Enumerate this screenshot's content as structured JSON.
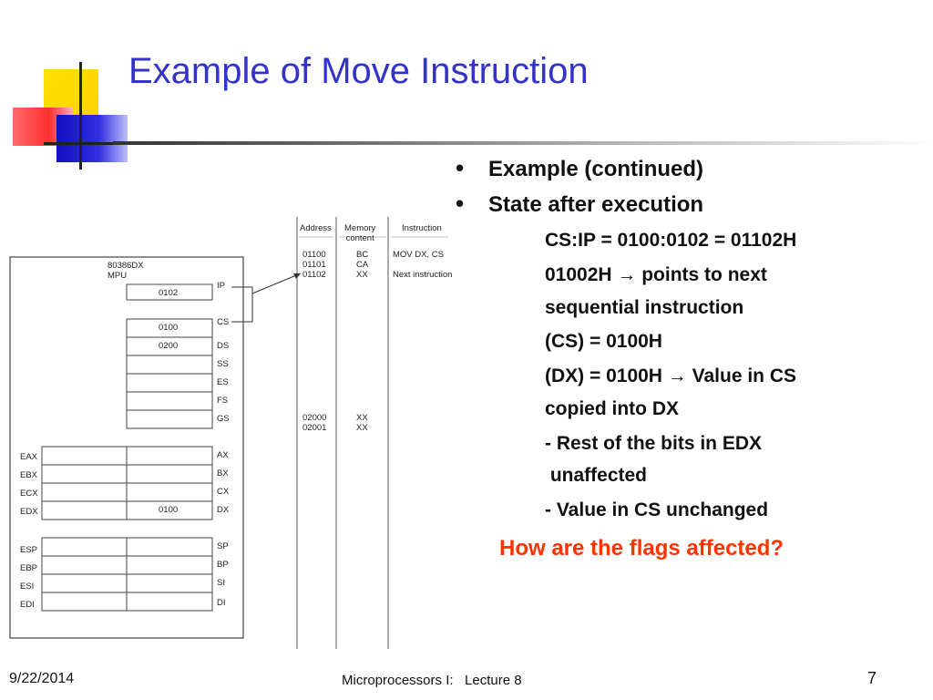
{
  "slide": {
    "title": "Example of Move Instruction",
    "bullets": [
      "Example (continued)",
      "State after execution"
    ],
    "details": [
      "CS:IP = 0100:0102 = 01102H",
      "01002H → points to next",
      "sequential instruction",
      "(CS) = 0100H",
      "(DX) = 0100H → Value in CS",
      "copied into DX",
      "- Rest of the bits in EDX",
      " unaffected",
      "- Value in CS unchanged"
    ],
    "question": "How are the flags affected?",
    "colors": {
      "title": "#3333cc",
      "question": "#ff3300"
    }
  },
  "figure": {
    "headers": {
      "address": "Address",
      "memory": "Memory\ncontent",
      "instruction": "Instruction"
    },
    "mpu_label": "80386DX\nMPU",
    "memory_top": [
      {
        "address": "01100",
        "content": "BC",
        "instruction": "MOV DX, CS"
      },
      {
        "address": "01101",
        "content": "CA",
        "instruction": ""
      },
      {
        "address": "01102",
        "content": "XX",
        "instruction": "Next instruction"
      }
    ],
    "memory_bottom": [
      {
        "address": "02000",
        "content": "XX"
      },
      {
        "address": "02001",
        "content": "XX"
      }
    ],
    "ip": {
      "name": "IP",
      "value": "0102"
    },
    "segments": [
      {
        "name": "CS",
        "value": "0100"
      },
      {
        "name": "DS",
        "value": "0200"
      },
      {
        "name": "SS",
        "value": ""
      },
      {
        "name": "ES",
        "value": ""
      },
      {
        "name": "FS",
        "value": ""
      },
      {
        "name": "GS",
        "value": ""
      }
    ],
    "general": [
      {
        "ename": "EAX",
        "name": "AX",
        "value": ""
      },
      {
        "ename": "EBX",
        "name": "BX",
        "value": ""
      },
      {
        "ename": "ECX",
        "name": "CX",
        "value": ""
      },
      {
        "ename": "EDX",
        "name": "DX",
        "value": "0100"
      }
    ],
    "pointers": [
      {
        "ename": "ESP",
        "name": "SP",
        "value": ""
      },
      {
        "ename": "EBP",
        "name": "BP",
        "value": ""
      },
      {
        "ename": "ESI",
        "name": "SI",
        "value": ""
      },
      {
        "ename": "EDI",
        "name": "DI",
        "value": ""
      }
    ]
  },
  "footer": {
    "date": "9/22/2014",
    "course": "Microprocessors I:   Lecture 8",
    "page": "7"
  }
}
